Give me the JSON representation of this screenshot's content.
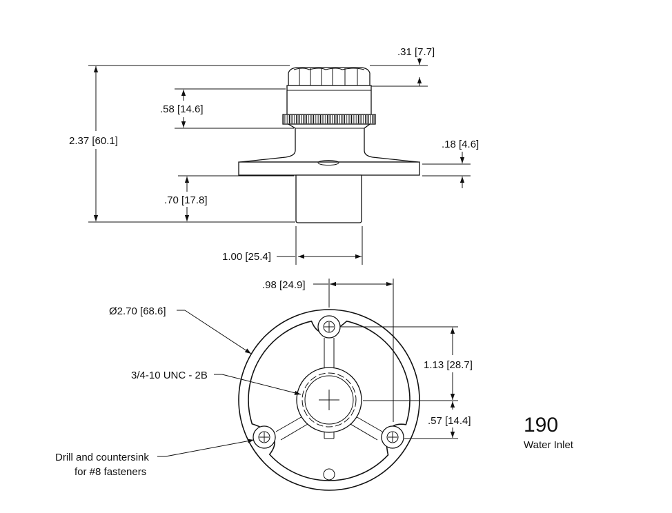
{
  "dimensions": {
    "cap_height": ".31 [7.7]",
    "knurl_to_cap": ".58 [14.6]",
    "overall_height": "2.37 [60.1]",
    "flange_thickness": ".18 [4.6]",
    "stem_height": ".70 [17.8]",
    "stem_width": "1.00 [25.4]",
    "hole_offset_x": ".98 [24.9]",
    "diameter": "Ø2.70 [68.6]",
    "thread": "3/4-10 UNC - 2B",
    "hole_offset_top": "1.13 [28.7]",
    "hole_offset_bottom": ".57 [14.4]",
    "fastener_note_line1": "Drill and countersink",
    "fastener_note_line2": "for #8 fasteners"
  },
  "title_block": {
    "number": "190",
    "name": "Water Inlet"
  },
  "colors": {
    "line": "#111111",
    "background": "#ffffff"
  }
}
